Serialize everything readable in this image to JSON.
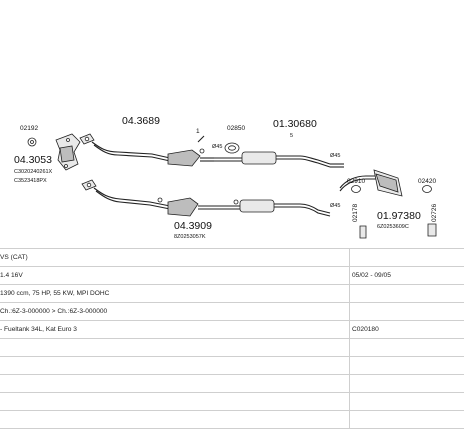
{
  "diagram": {
    "part_numbers": {
      "small_left": "02192",
      "cat_left": "04.3053",
      "cat_left_code1": "C3020240261X",
      "cat_left_code2": "C3523418PX",
      "front_pipe": "04.3689",
      "small_clamp": "02850",
      "mid_silencer": "01.30680",
      "mid_silencer_sub": "5",
      "dia_45_a": "Ø45",
      "dia_45_b": "Ø45",
      "dia_45_c": "Ø45",
      "second_cat": "04.3909",
      "second_cat_code": "8Z0253057K",
      "hanger_a": "02910",
      "hanger_b": "02420",
      "rear_silencer": "01.97380",
      "rear_silencer_code": "6Z0253609C",
      "bracket_left": "02178",
      "bracket_right": "02726",
      "arrow_label": "1"
    }
  },
  "table": {
    "rows": [
      {
        "left": "VS (CAT)",
        "right": ""
      },
      {
        "left": "1.4 16V",
        "right": "05/02 - 09/05"
      },
      {
        "left": "1390 ccm, 75 HP, 55 KW, MPI DOHC",
        "right": ""
      },
      {
        "left": "Ch.:6Z-3-000000 > Ch.:6Z-3-000000",
        "right": ""
      },
      {
        "left": "- Fueltank 34L, Kat Euro 3",
        "right": "C020180"
      },
      {
        "left": "",
        "right": ""
      },
      {
        "left": "",
        "right": ""
      },
      {
        "left": "",
        "right": ""
      },
      {
        "left": "",
        "right": ""
      },
      {
        "left": "",
        "right": ""
      }
    ]
  }
}
